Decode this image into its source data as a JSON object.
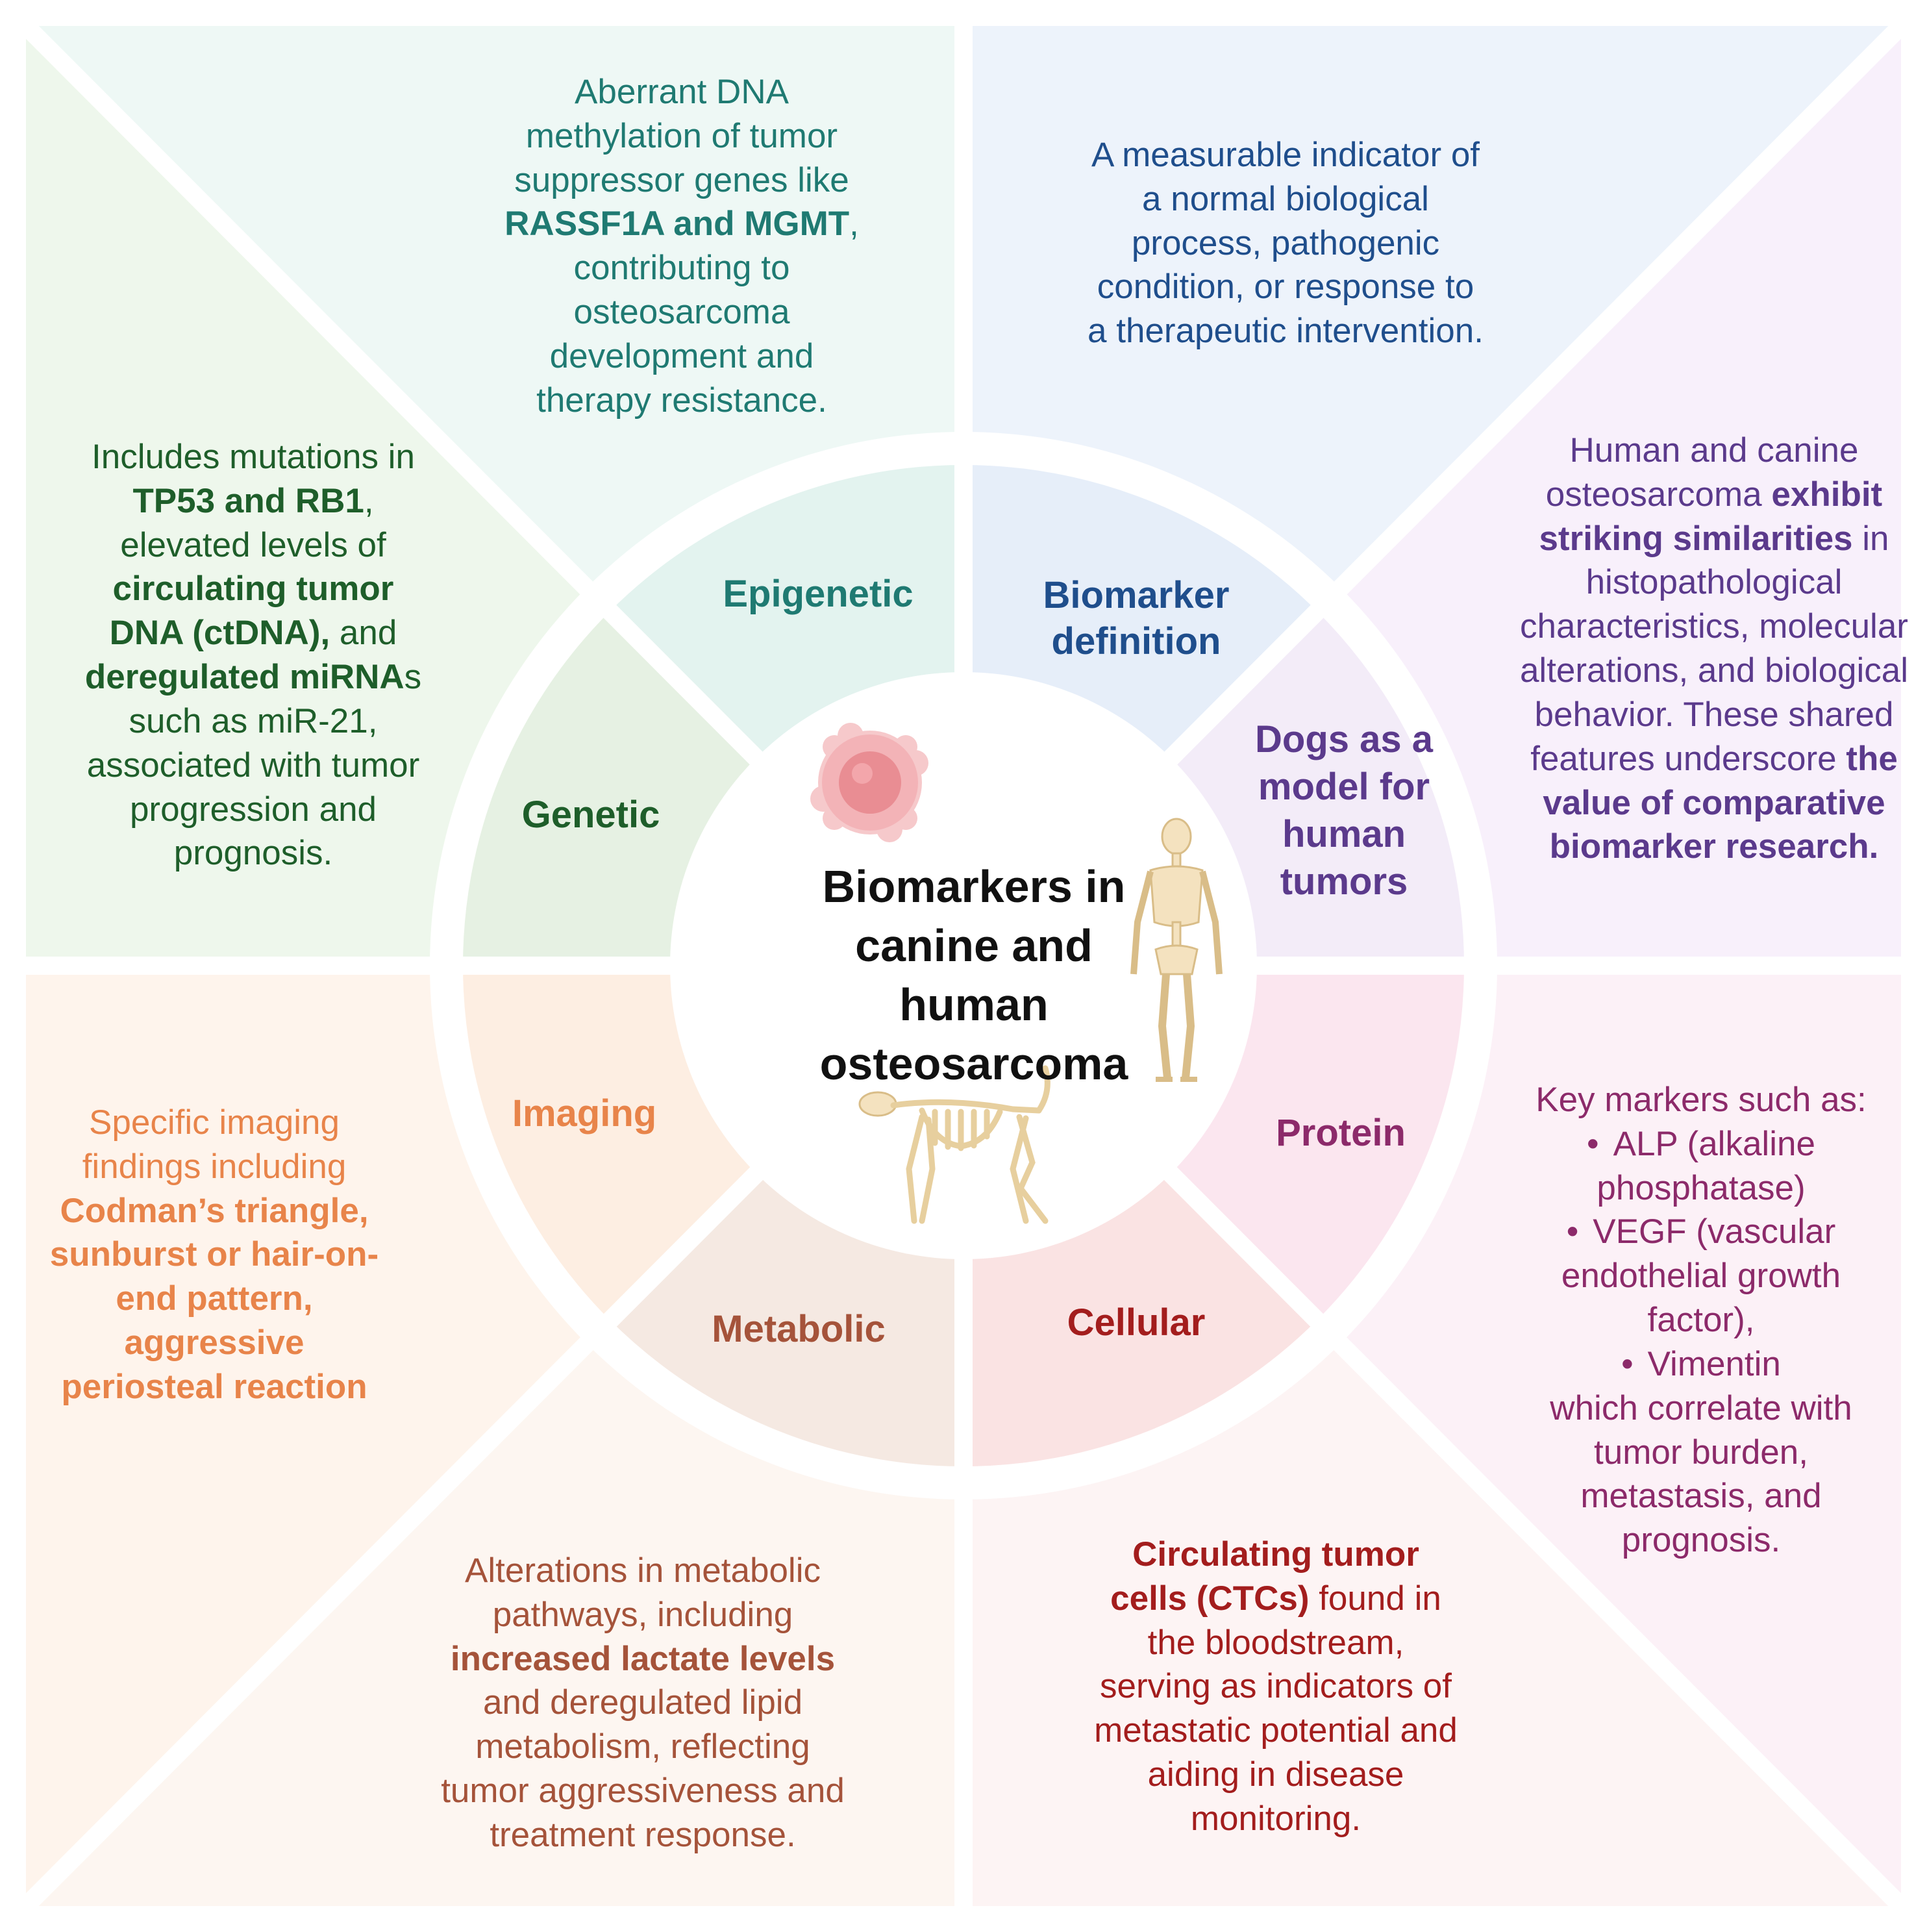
{
  "center": {
    "title_lines": [
      "Biomarkers in",
      "canine and",
      "human",
      "osteosarcoma"
    ]
  },
  "segments": {
    "epigenetic": {
      "label": "Epigenetic",
      "color": "#1f7a72",
      "description_parts": [
        {
          "t": "Aberrant DNA methylation of tumor suppressor genes like "
        },
        {
          "t": "RASSF1A and MGMT",
          "b": true
        },
        {
          "t": ", contributing to osteosarcoma development and therapy resistance."
        }
      ]
    },
    "biomarker_definition": {
      "label_lines": [
        "Biomarker",
        "definition"
      ],
      "color": "#1f4e8c",
      "description": "A measurable indicator of a normal biological process, pathogenic condition, or response to a therapeutic intervention."
    },
    "dogs_model": {
      "label_lines": [
        "Dogs as a",
        "model for",
        "human",
        "tumors"
      ],
      "color": "#5b3a8c",
      "description_parts": [
        {
          "t": "Human and canine osteosarcoma "
        },
        {
          "t": "exhibit striking similarities",
          "b": true
        },
        {
          "t": " in histopathological characteristics, molecular alterations, and biological behavior. These shared features underscore "
        },
        {
          "t": "the value of comparative biomarker research.",
          "b": true
        }
      ]
    },
    "protein": {
      "label": "Protein",
      "color": "#8c2a6a",
      "intro": "Key markers such as:",
      "markers": [
        "ALP (alkaline phosphatase)",
        "VEGF (vascular endothelial growth factor),",
        "Vimentin"
      ],
      "outro": "which correlate with tumor burden, metastasis, and prognosis."
    },
    "cellular": {
      "label": "Cellular",
      "color": "#a31d1d",
      "description_parts": [
        {
          "t": "Circulating tumor cells (CTCs)",
          "b": true
        },
        {
          "t": " found in the bloodstream, serving as indicators of metastatic potential and aiding in disease monitoring."
        }
      ]
    },
    "metabolic": {
      "label": "Metabolic",
      "color": "#a5533a",
      "description_parts": [
        {
          "t": "Alterations in metabolic pathways, including "
        },
        {
          "t": "increased lactate levels",
          "b": true
        },
        {
          "t": " and deregulated lipid metabolism, reflecting tumor aggressiveness and treatment response."
        }
      ]
    },
    "imaging": {
      "label": "Imaging",
      "color": "#e8844a",
      "description_parts": [
        {
          "t": "Specific imaging findings including "
        },
        {
          "t": "Codman’s triangle, sunburst or hair-on-end pattern, aggressive periosteal reaction",
          "b": true
        }
      ]
    },
    "genetic": {
      "label": "Genetic",
      "color": "#1e5e2a",
      "description_parts": [
        {
          "t": "Includes mutations in "
        },
        {
          "t": "TP53 and RB1",
          "b": true
        },
        {
          "t": ", elevated levels of "
        },
        {
          "t": "circulating tumor DNA (ctDNA),",
          "b": true
        },
        {
          "t": " and "
        },
        {
          "t": "deregulated miRNA",
          "b": true
        },
        {
          "t": "s such as miR-21, associated with tumor progression and prognosis."
        }
      ]
    }
  },
  "palette": {
    "outer_teal": "#eef8f5",
    "outer_blue": "#edf3fb",
    "outer_lavender": "#f8f0fb",
    "outer_pink": "#fcf1f7",
    "outer_red": "#fdf4f4",
    "outer_brown": "#fdf6f1",
    "outer_orange": "#fef4ec",
    "outer_green": "#eef7ec",
    "ring_epigenetic": "#e3f3ef",
    "ring_biomarker": "#e6eef9",
    "ring_dogs": "#f3ecf8",
    "ring_protein": "#fbe6ef",
    "ring_cellular": "#fae3e3",
    "ring_metabolic": "#f5e9e2",
    "ring_imaging": "#fdeee2",
    "ring_genetic": "#e6f1e3"
  },
  "icons": [
    "tumor-cell-icon",
    "human-skeleton-icon",
    "dog-skeleton-icon"
  ]
}
